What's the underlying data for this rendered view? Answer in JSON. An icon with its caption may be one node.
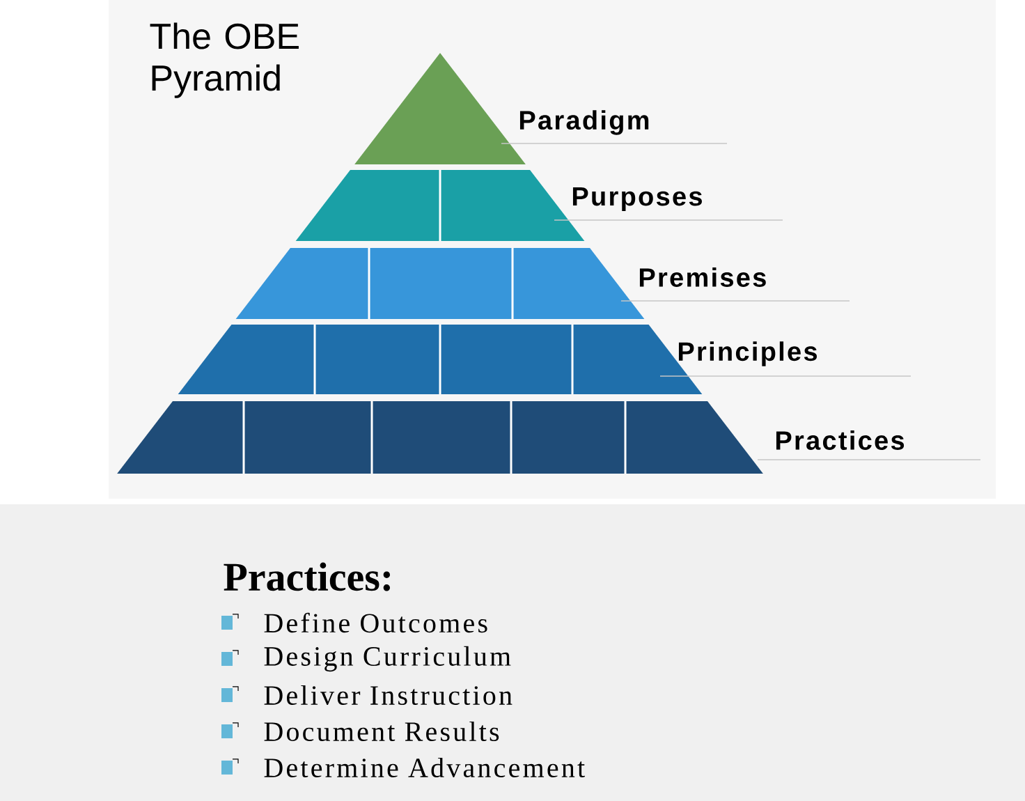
{
  "diagram": {
    "title": "The OBE Pyramid",
    "nodes": [
      {
        "text": [],
        "shape": "triangle",
        "beside": [
          "Paradigm"
        ]
      },
      {
        "text": [],
        "shape": "band",
        "beside": [
          "Purposes"
        ]
      },
      {
        "text": [],
        "shape": "band",
        "beside": [
          "Premises"
        ]
      },
      {
        "text": [],
        "shape": "band",
        "beside": [
          "Principles"
        ]
      },
      {
        "text": [],
        "shape": "band",
        "beside": [
          "Practices"
        ]
      }
    ],
    "labels": [
      "Practices:",
      "Define Outcomes",
      "Design Curriculum",
      "Deliver Instruction",
      "Document Results",
      "Determine Advancement"
    ]
  }
}
